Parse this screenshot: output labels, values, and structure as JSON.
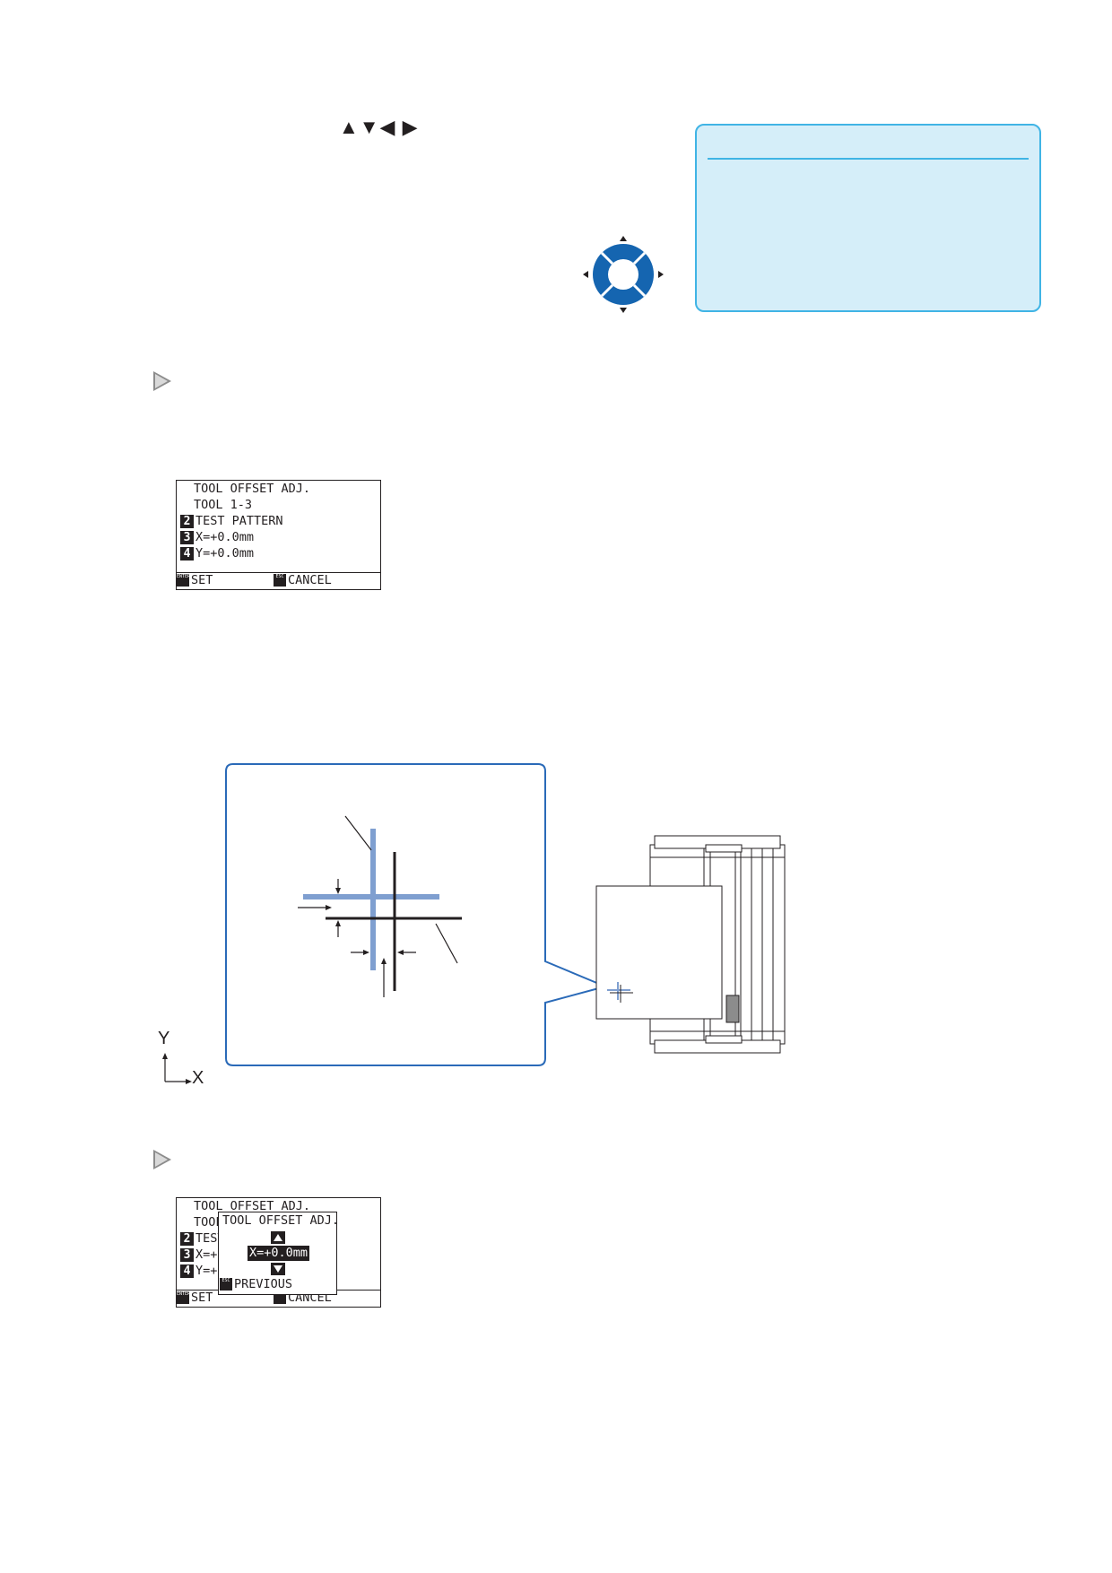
{
  "header": {
    "arrow_keys": "▲▼◀ ▶"
  },
  "screen1": {
    "lines": [
      {
        "key": "",
        "text": "TOOL OFFSET ADJ."
      },
      {
        "key": "",
        "text": "TOOL 1-3"
      },
      {
        "key": "2",
        "text": "TEST PATTERN"
      },
      {
        "key": "3",
        "text": "X=+0.0mm"
      },
      {
        "key": "4",
        "text": "Y=+0.0mm"
      }
    ],
    "footer": {
      "left_key": "ENTER",
      "left_label": "SET",
      "right_key": "ESC",
      "right_label": "CANCEL"
    }
  },
  "screen2": {
    "background_lines": [
      {
        "key": "",
        "text": "TOOL OFFSET ADJ."
      },
      {
        "key": "",
        "text": "TOOL"
      },
      {
        "key": "2",
        "text": "TEST"
      },
      {
        "key": "3",
        "text": "X=+0"
      },
      {
        "key": "4",
        "text": "Y=+0"
      }
    ],
    "footer": {
      "left_key": "ENTER",
      "left_label": "SET",
      "right_key": "ESC",
      "right_label": "CANCEL"
    },
    "popup": {
      "title": "TOOL OFFSET ADJ.",
      "value": "X=+0.0mm",
      "back_key": "ESC",
      "back_label": "PREVIOUS"
    }
  },
  "diagram": {
    "axis_y": "Y",
    "axis_x": "X"
  },
  "colors": {
    "key_blue": "#1565b0",
    "pattern_blue": "#7f9fd0",
    "note_fill": "#d5eef9",
    "note_border": "#40b4e5",
    "callout_border": "#2a6ab8"
  }
}
